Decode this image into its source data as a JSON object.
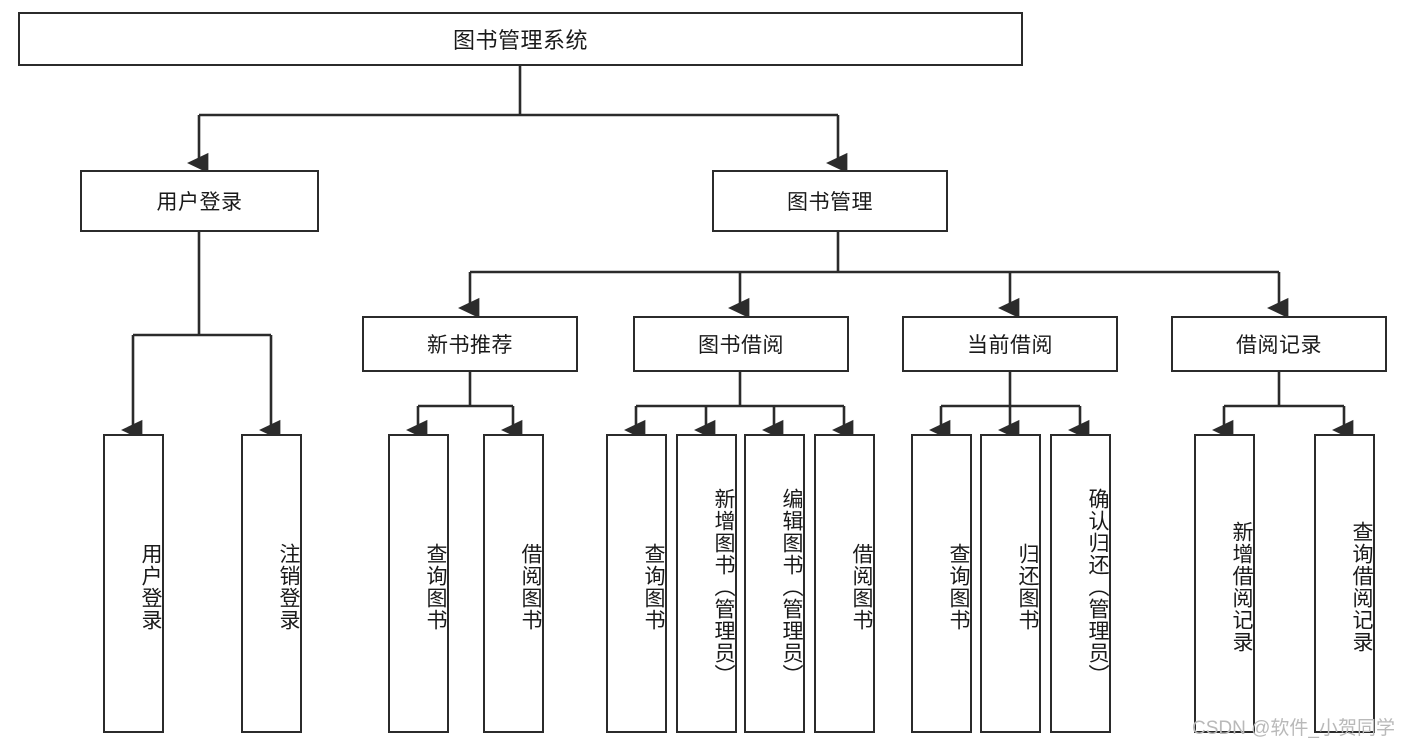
{
  "diagram": {
    "title": "图书管理系统",
    "type": "tree-hierarchy-chart",
    "watermark": "CSDN @软件_小贺同学",
    "colors": {
      "stroke": "#2b2b2b",
      "fill": "#ffffff",
      "text": "#1a1a1a",
      "watermark": "#b9b9b9"
    },
    "root": {
      "label": "图书管理系统"
    },
    "level2": [
      {
        "label": "用户登录"
      },
      {
        "label": "图书管理"
      }
    ],
    "level3": [
      {
        "label": "新书推荐"
      },
      {
        "label": "图书借阅"
      },
      {
        "label": "当前借阅"
      },
      {
        "label": "借阅记录"
      }
    ],
    "leaves": {
      "user_login": [
        {
          "label": "用户登录"
        },
        {
          "label": "注销登录"
        }
      ],
      "new_book_recommend": [
        {
          "label": "查询图书"
        },
        {
          "label": "借阅图书"
        }
      ],
      "book_borrow": [
        {
          "label": "查询图书"
        },
        {
          "label": "新增图书（管理员）"
        },
        {
          "label": "编辑图书（管理员）"
        },
        {
          "label": "借阅图书"
        }
      ],
      "current_borrow": [
        {
          "label": "查询图书"
        },
        {
          "label": "归还图书"
        },
        {
          "label": "确认归还（管理员）"
        }
      ],
      "borrow_record": [
        {
          "label": "新增借阅记录"
        },
        {
          "label": "查询借阅记录"
        }
      ]
    }
  }
}
